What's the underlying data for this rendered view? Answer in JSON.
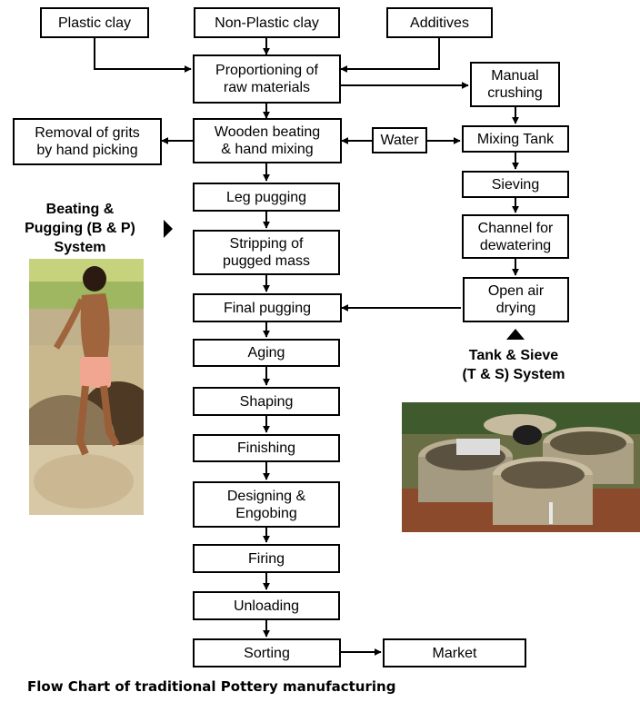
{
  "nodes": {
    "plastic_clay": "Plastic clay",
    "nonplastic_clay": "Non-Plastic clay",
    "additives": "Additives",
    "proportioning": "Proportioning of\nraw materials",
    "manual_crushing": "Manual\ncrushing",
    "removal_grits": "Removal of grits\nby hand picking",
    "wooden_beating": "Wooden beating\n& hand mixing",
    "water": "Water",
    "mixing_tank": "Mixing Tank",
    "leg_pugging": "Leg pugging",
    "sieving": "Sieving",
    "stripping": "Stripping of\npugged mass",
    "channel": "Channel for\ndewatering",
    "final_pugging": "Final pugging",
    "open_air": "Open air\ndrying",
    "aging": "Aging",
    "shaping": "Shaping",
    "finishing": "Finishing",
    "designing": "Designing &\nEngobing",
    "firing": "Firing",
    "unloading": "Unloading",
    "sorting": "Sorting",
    "market": "Market"
  },
  "labels": {
    "bp_system": "Beating &\nPugging (B & P)\nSystem",
    "ts_system": "Tank & Sieve\n(T & S) System"
  },
  "caption": "Flow Chart of traditional Pottery manufacturing",
  "colors": {
    "stroke": "#000000",
    "background": "#ffffff"
  }
}
